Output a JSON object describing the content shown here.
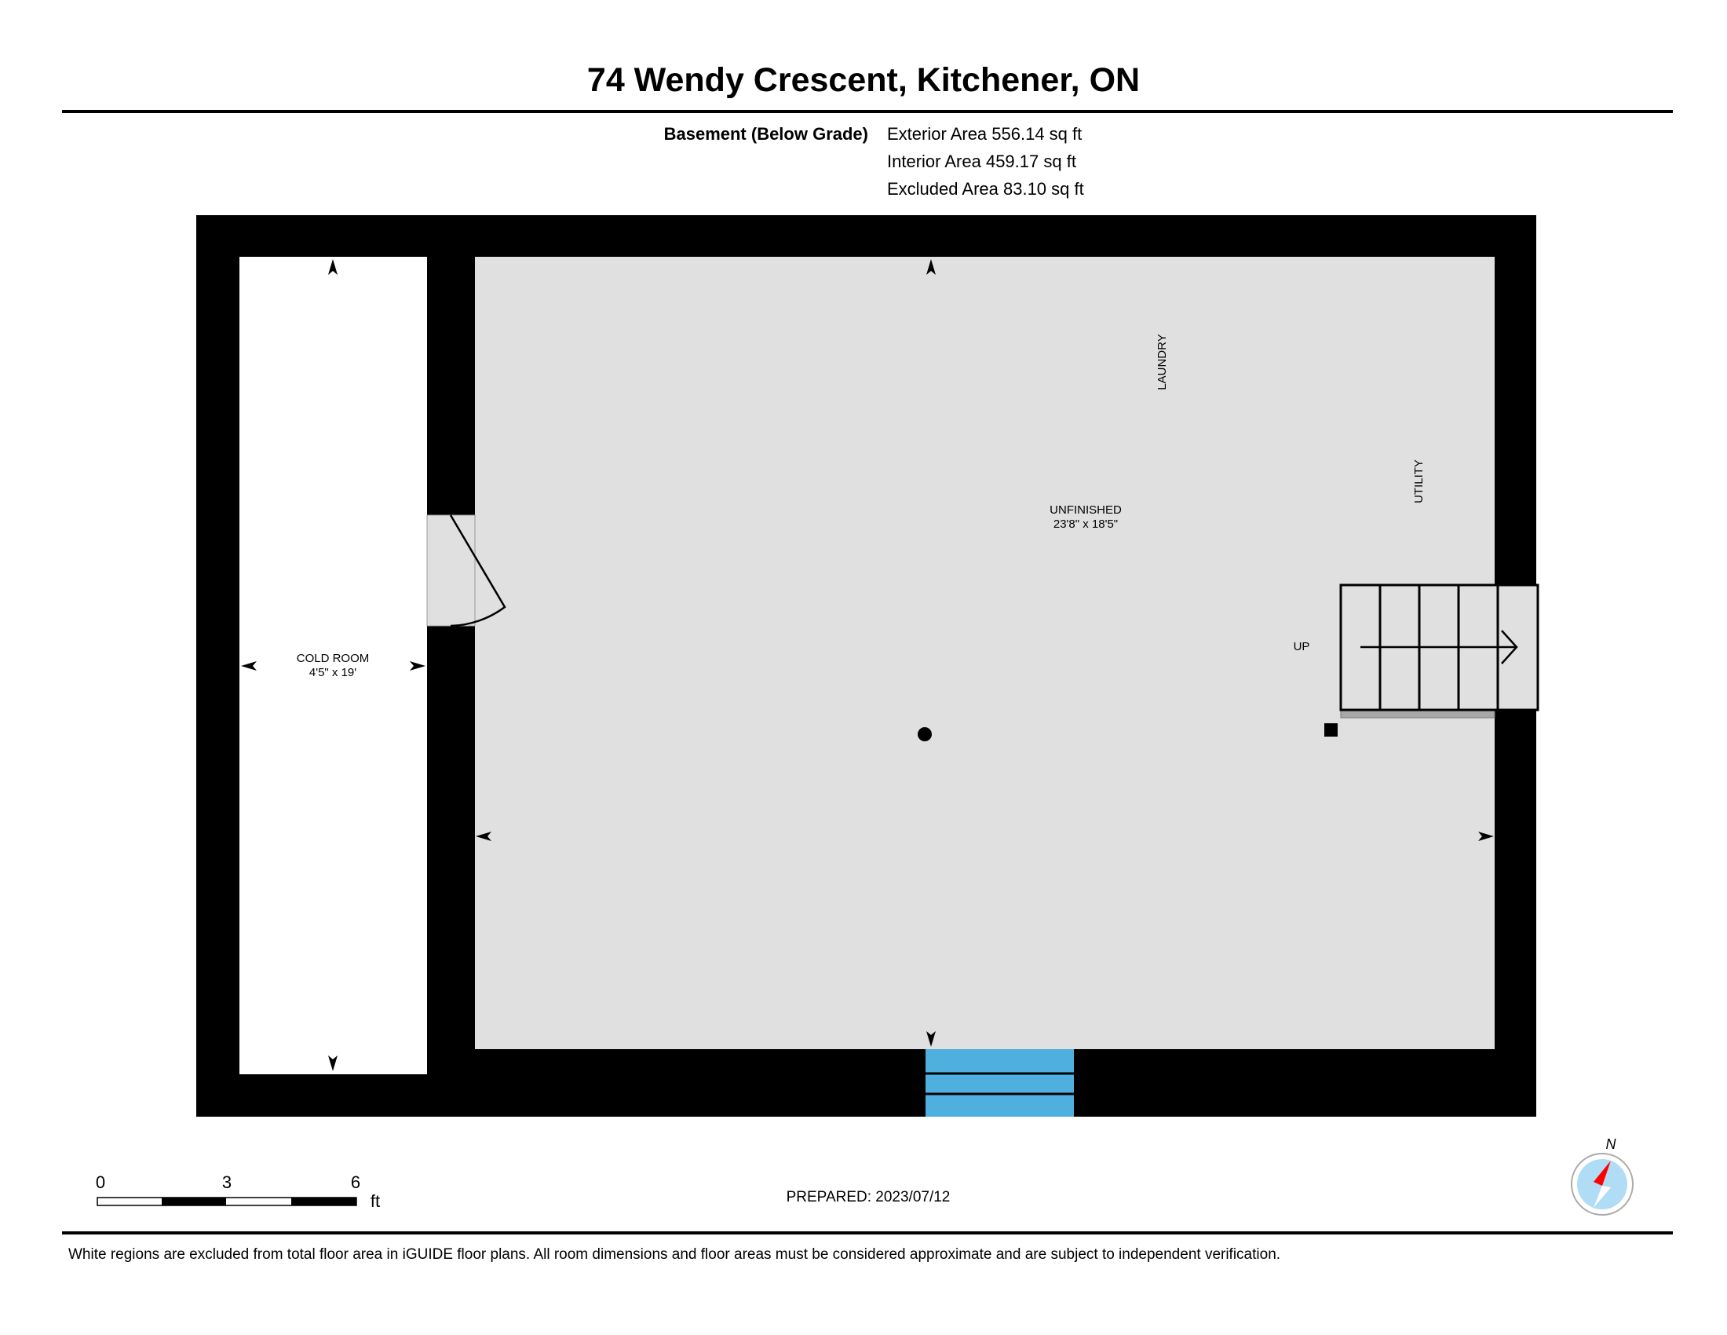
{
  "title": "74 Wendy Crescent, Kitchener, ON",
  "floor": {
    "name": "Basement (Below Grade)",
    "exterior_area": "Exterior Area 556.14 sq ft",
    "interior_area": "Interior Area 459.17 sq ft",
    "excluded_area": "Excluded Area 83.10 sq ft"
  },
  "rooms": {
    "cold_room": {
      "name": "COLD ROOM",
      "dims": "4'5\" x 19'"
    },
    "unfinished": {
      "name": "UNFINISHED",
      "dims": "23'8\" x 18'5\""
    },
    "laundry": {
      "name": "LAUNDRY"
    },
    "utility": {
      "name": "UTILITY"
    },
    "stairs": {
      "label": "UP"
    }
  },
  "scale": {
    "ticks": [
      "0",
      "3",
      "6"
    ],
    "unit": "ft"
  },
  "prepared": "PREPARED: 2023/07/12",
  "compass": {
    "label": "N"
  },
  "colors": {
    "wall": "#000000",
    "floor": "#e0e0e0",
    "window": "#4fb0e0",
    "compass_needle": "#ff0000",
    "compass_face": "#b0dcf5"
  },
  "disclaimer": "White regions are excluded from total floor area in iGUIDE floor plans. All room dimensions and floor areas must be considered approximate and are subject to independent verification."
}
